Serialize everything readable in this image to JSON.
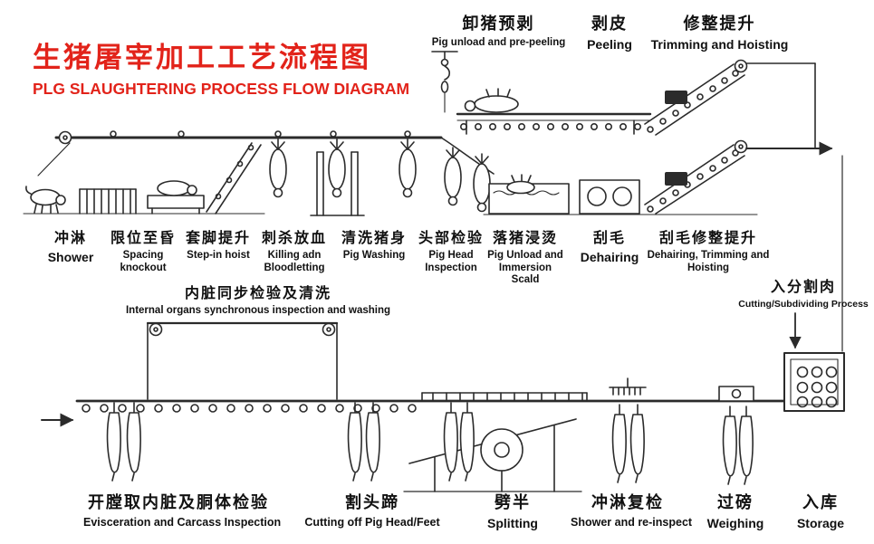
{
  "title": {
    "zh": "生猪屠宰加工工艺流程图",
    "en": "PLG SLAUGHTERING PROCESS FLOW DIAGRAM"
  },
  "colors": {
    "title": "#e2231a",
    "ink": "#2b2b2b",
    "background": "#ffffff"
  },
  "top_labels": [
    {
      "zh": "卸猪预剥",
      "en": "Pig unload and pre-peeling"
    },
    {
      "zh": "剥皮",
      "en": "Peeling"
    },
    {
      "zh": "修整提升",
      "en": "Trimming and Hoisting"
    }
  ],
  "stations": [
    {
      "zh": "冲淋",
      "en": "Shower"
    },
    {
      "zh": "限位至昏",
      "en": "Spacing knockout"
    },
    {
      "zh": "套脚提升",
      "en": "Step-in hoist"
    },
    {
      "zh": "刺杀放血",
      "en": "Killing adn Bloodletting"
    },
    {
      "zh": "清洗猪身",
      "en": "Pig Washing"
    },
    {
      "zh": "头部检验",
      "en": "Pig Head Inspection"
    },
    {
      "zh": "落猪浸烫",
      "en": "Pig Unload and Immersion Scald"
    },
    {
      "zh": "刮毛",
      "en": "Dehairing"
    },
    {
      "zh": "刮毛修整提升",
      "en": "Dehairing, Trimming and Hoisting"
    }
  ],
  "mid_labels": [
    {
      "zh": "内脏同步检验及清洗",
      "en": "Internal organs synchronous inspection and washing"
    },
    {
      "zh": "入分割肉",
      "en": "Cutting/Subdividing Process"
    }
  ],
  "bottom_labels": [
    {
      "zh": "开膛取内脏及胴体检验",
      "en": "Evisceration and Carcass Inspection"
    },
    {
      "zh": "割头蹄",
      "en": "Cutting off Pig Head/Feet"
    },
    {
      "zh": "劈半",
      "en": "Splitting"
    },
    {
      "zh": "冲淋复检",
      "en": "Shower and re-inspect"
    },
    {
      "zh": "过磅",
      "en": "Weighing"
    },
    {
      "zh": "入库",
      "en": "Storage"
    }
  ]
}
